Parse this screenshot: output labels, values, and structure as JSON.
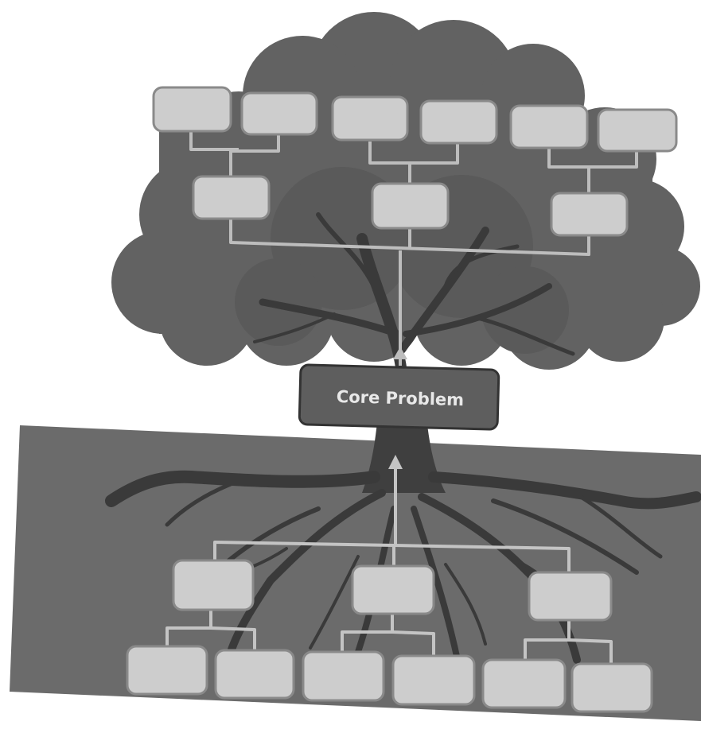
{
  "core_problem": {
    "label": "Core Problem"
  },
  "effects": {
    "top_row_count": 6,
    "middle_row_count": 3
  },
  "causes": {
    "top_row_count": 3,
    "bottom_row_count": 6
  },
  "colors": {
    "canopy": "#626262",
    "ground": "#6b6b6b",
    "trunk": "#3f3f3f",
    "box_fill": "#cdcdcd",
    "core_fill": "#5e5e5e",
    "core_text": "#e8e8e8"
  }
}
